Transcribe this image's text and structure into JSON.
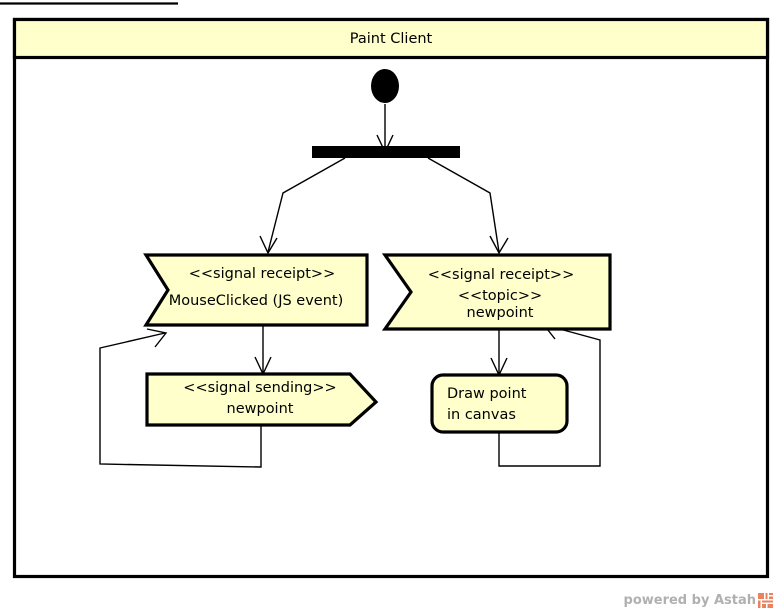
{
  "diagram": {
    "kind": "uml-activity-diagram",
    "partition": {
      "title": "Paint Client"
    },
    "nodes": [
      {
        "id": "initial",
        "type": "initial-node",
        "label": ""
      },
      {
        "id": "fork",
        "type": "fork-bar",
        "label": ""
      },
      {
        "id": "signal-receipt-mouseclicked",
        "type": "signal-receipt",
        "lines": [
          "<<signal receipt>>",
          "MouseClicked (JS event)"
        ]
      },
      {
        "id": "signal-receipt-newpoint",
        "type": "signal-receipt",
        "lines": [
          "<<signal receipt>>",
          "<<topic>>",
          "newpoint"
        ]
      },
      {
        "id": "signal-sending-newpoint",
        "type": "signal-sending",
        "lines": [
          "<<signal sending>>",
          "newpoint"
        ]
      },
      {
        "id": "action-draw-point",
        "type": "action",
        "lines": [
          "Draw point",
          "in canvas"
        ]
      }
    ]
  },
  "watermark": {
    "text": "powered by Astah",
    "logo_icon": "astah-logo-icon",
    "text_color": "#b0b0b0",
    "logo_color": "#e8825f"
  },
  "colors": {
    "node_fill": "#ffffcc",
    "node_stroke": "#000000",
    "background": "#ffffff",
    "partition_header_fill": "#ffffcc"
  }
}
